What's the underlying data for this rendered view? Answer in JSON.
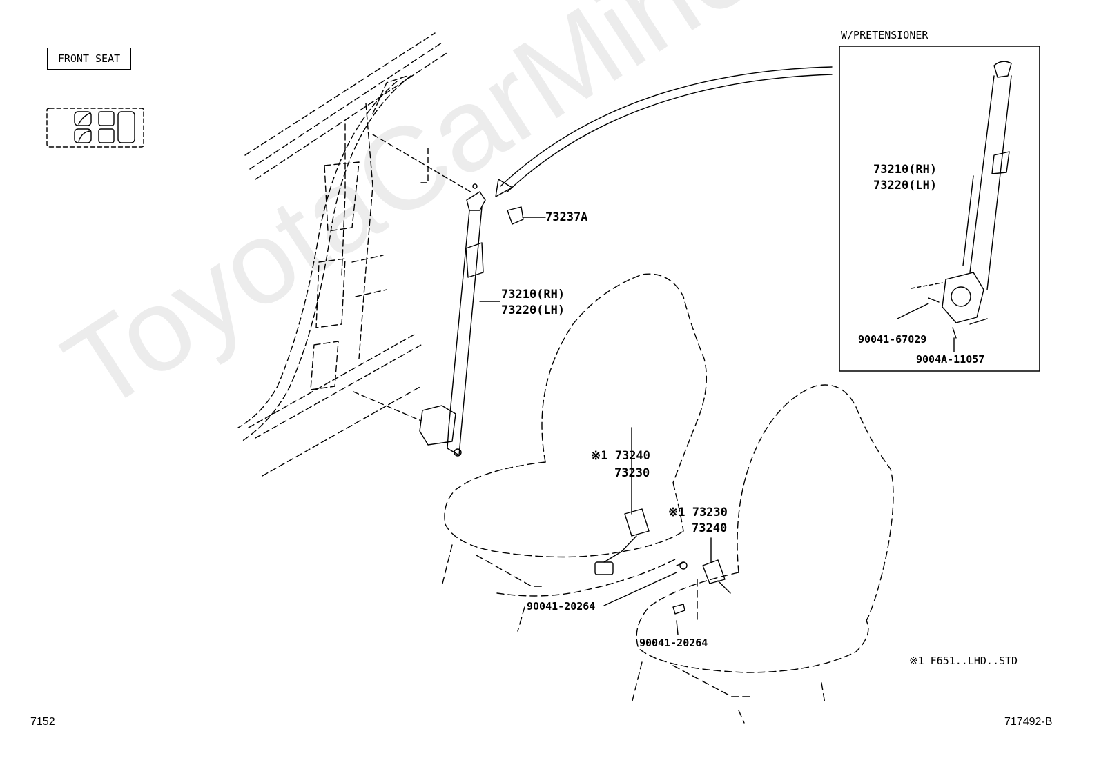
{
  "watermark": "ToyotaCarMine.ru",
  "section_label": "FRONT SEAT",
  "inset_title": "W/PRETENSIONER",
  "parts": {
    "cover": "73237A",
    "belt_main_rh": "73210(RH)",
    "belt_main_lh": "73220(LH)",
    "belt_inset_rh": "73210(RH)",
    "belt_inset_lh": "73220(LH)",
    "bolt_inset_1": "90041-67029",
    "bolt_inset_2": "9004A-11057",
    "buckle_a_1": "※1 73240",
    "buckle_a_2": "73230",
    "buckle_b_1": "※1 73230",
    "buckle_b_2": "73240",
    "bolt_a": "90041-20264",
    "bolt_b": "90041-20264"
  },
  "footnote": "※1 F651..LHD..STD",
  "page_code_left": "7152",
  "page_code_right": "717492-B",
  "colors": {
    "line": "#000000",
    "background": "#ffffff",
    "watermark": "#ececec"
  }
}
